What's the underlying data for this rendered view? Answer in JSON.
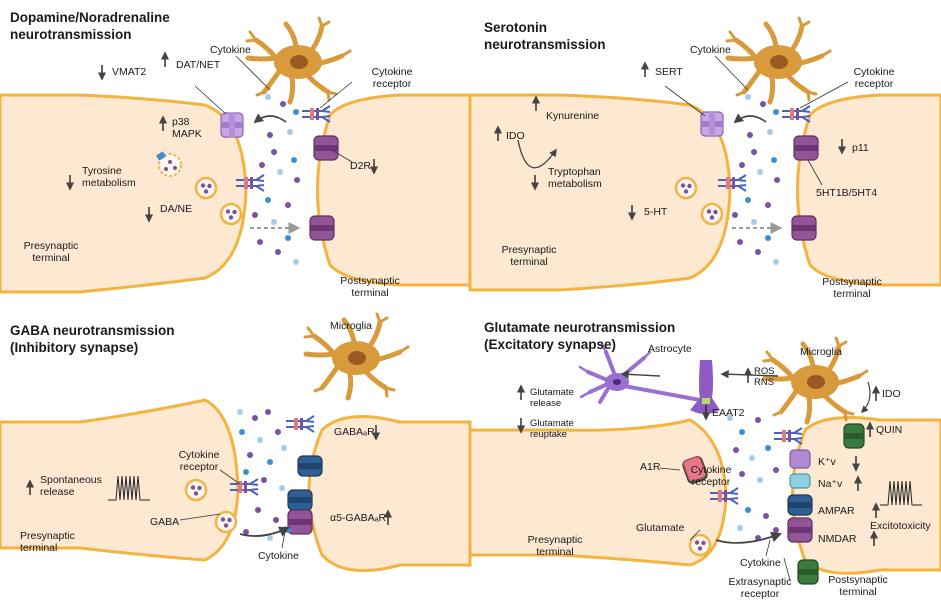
{
  "panels": {
    "da": {
      "title_line1": "Dopamine/Noradrenaline",
      "title_line2": "neurotransmission",
      "vmat2": "VMAT2",
      "dat_net": "DAT/NET",
      "cytokine": "Cytokine",
      "cytokine_receptor_l1": "Cytokine",
      "cytokine_receptor_l2": "receptor",
      "p38_l1": "p38",
      "p38_l2": "MAPK",
      "tyrosine_l1": "Tyrosine",
      "tyrosine_l2": "metabolism",
      "da_ne": "DA/NE",
      "d2r": "D2R",
      "pre_l1": "Presynaptic",
      "pre_l2": "terminal",
      "post_l1": "Postsynaptic",
      "post_l2": "terminal"
    },
    "ser": {
      "title_line1": "Serotonin",
      "title_line2": "neurotransmission",
      "cytokine": "Cytokine",
      "sert": "SERT",
      "cytokine_receptor_l1": "Cytokine",
      "cytokine_receptor_l2": "receptor",
      "kynurenine": "Kynurenine",
      "ido": "IDO",
      "tryptophan_l1": "Tryptophan",
      "tryptophan_l2": "metabolism",
      "ht5": "5-HT",
      "p11": "p11",
      "ht1b": "5HT1B/5HT4",
      "pre_l1": "Presynaptic",
      "pre_l2": "terminal",
      "post_l1": "Postsynaptic",
      "post_l2": "terminal"
    },
    "gaba": {
      "title_line1": "GABA neurotransmission",
      "title_line2": "(Inhibitory synapse)",
      "microglia": "Microglia",
      "spontaneous_l1": "Spontaneous",
      "spontaneous_l2": "release",
      "cytokine_receptor_l1": "Cytokine",
      "cytokine_receptor_l2": "receptor",
      "gaba": "GABA",
      "gabaar": "GABAₐR",
      "a5gabaar": "α5-GABAₐR",
      "cytokine": "Cytokine",
      "pre_l1": "Presynaptic",
      "pre_l2": "terminal"
    },
    "glu": {
      "title_line1": "Glutamate neurotransmission",
      "title_line2": "(Excitatory synapse)",
      "astrocyte": "Astrocyte",
      "microglia": "Microglia",
      "ros": "ROS",
      "rns": "RNS",
      "ido": "IDO",
      "quin": "QUIN",
      "glu_release_l1": "Glutamate",
      "glu_release_l2": "release",
      "glu_reuptake_l1": "Glutamate",
      "glu_reuptake_l2": "reuptake",
      "eaat2": "EAAT2",
      "a1r": "A1R",
      "cytokine_receptor_l1": "Cytokine",
      "cytokine_receptor_l2": "receptor",
      "kv": "K⁺v",
      "nav": "Na⁺v",
      "ampar": "AMPAR",
      "nmdar": "NMDAR",
      "glutamate": "Glutamate",
      "cytokine": "Cytokine",
      "extrasyn_l1": "Extrasynaptic",
      "extrasyn_l2": "receptor",
      "excitotoxicity": "Excitotoxicity",
      "pre_l1": "Presynaptic",
      "pre_l2": "terminal",
      "post_l1": "Postsynaptic",
      "post_l2": "terminal"
    }
  },
  "colors": {
    "terminal_fill": "#fde8d2",
    "terminal_edge": "#f3b43f",
    "microglia": "#d99a3c",
    "transporter": "#b18ad1",
    "receptor_post": "#8c4a8f",
    "gaba_receptor": "#2c5a8a",
    "glu_receptor": "#2f6b36",
    "astrocyte": "#9b6fd0",
    "dot_purple": "#7a52a3",
    "dot_blue": "#3b8fd1",
    "dot_lightblue": "#a6cbea"
  }
}
